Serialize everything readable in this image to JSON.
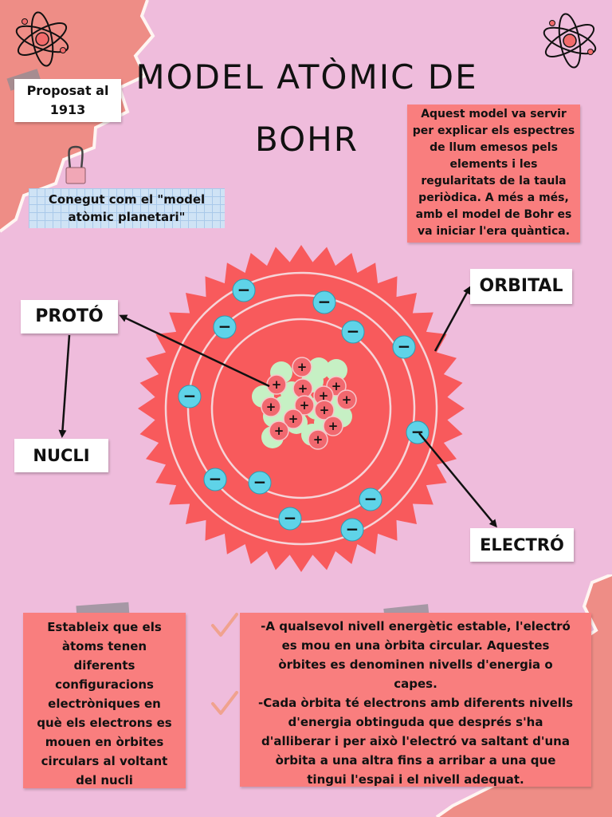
{
  "title": {
    "line1": "MODEL ATÒMIC DE",
    "line2": "BOHR"
  },
  "proposed": {
    "line1": "Proposat al",
    "line2": "1913"
  },
  "known_as": {
    "line1": "Conegut com el \"model",
    "line2": "atòmic planetari\""
  },
  "purpose_note": {
    "lines": [
      "Aquest model va servir",
      "per explicar els espectres",
      "de llum emesos pels",
      "elements i les",
      "regularitats de la taula",
      "periòdica. A més a més,",
      "amb el model de Bohr es",
      "va iniciar l'era quàntica."
    ]
  },
  "labels": {
    "proton": "PROTÓ",
    "nucleus": "NUCLI",
    "orbital": "ORBITAL",
    "electron": "ELECTRÓ"
  },
  "symbols": {
    "proton": "+",
    "electron": "−"
  },
  "config_note": {
    "lines": [
      "Estableix que els",
      "àtoms tenen",
      "diferents",
      "configuracions",
      "electròniques en",
      "què els electrons es",
      "mouen en òrbites",
      "circulars al voltant",
      "del nucli"
    ]
  },
  "levels_note": {
    "lines": [
      "-A qualsevol nivell energètic estable, l'electró",
      "es mou en una òrbita circular. Aquestes",
      "òrbites es denominen nivells d'energia o",
      "capes.",
      "-Cada òrbita té electrons amb diferents nivells",
      "d'energia obtinguda que després s'ha",
      "d'alliberar i per això l'electró va saltant d'una",
      "òrbita a una altra fins a arribar a una que",
      "tingui l'espai i el nivell adequat."
    ]
  },
  "colors": {
    "background": "#efbcdc",
    "sun": "#f85a5c",
    "proton": "#f1686f",
    "neutron": "#c6f0c4",
    "electron": "#5fd3e8",
    "note": "#f97e7e",
    "grid_note": "#cfe3f5"
  },
  "icons": [
    "atom-icon",
    "atom-icon",
    "binder-clip-icon",
    "checkmark-icon",
    "checkmark-icon"
  ]
}
